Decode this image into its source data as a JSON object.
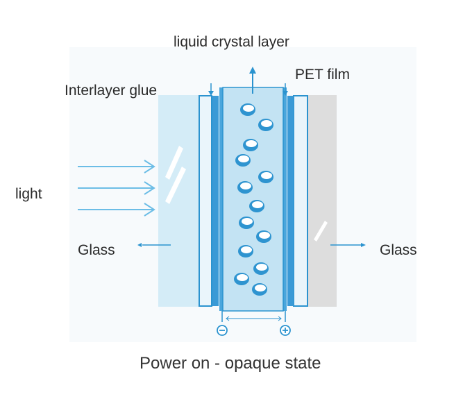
{
  "labels": {
    "liquid_crystal_layer": "liquid crystal layer",
    "pet_film": "PET film",
    "interlayer_glue": "Interlayer glue",
    "light": "light",
    "glass_left": "Glass",
    "glass_right": "Glass",
    "caption": "Power on - opaque state"
  },
  "terminals": {
    "negative": "⊖",
    "positive": "⊕"
  },
  "colors": {
    "glass_light": "#cfe9f5",
    "glass_border": "#2b93cf",
    "liquid_crystal": "#bfe1f2",
    "interlayer": "#3a9ad6",
    "arrow": "#6cbde6",
    "bubble": "#2e94d0",
    "right_glass_shade": "#d6d6d6"
  }
}
